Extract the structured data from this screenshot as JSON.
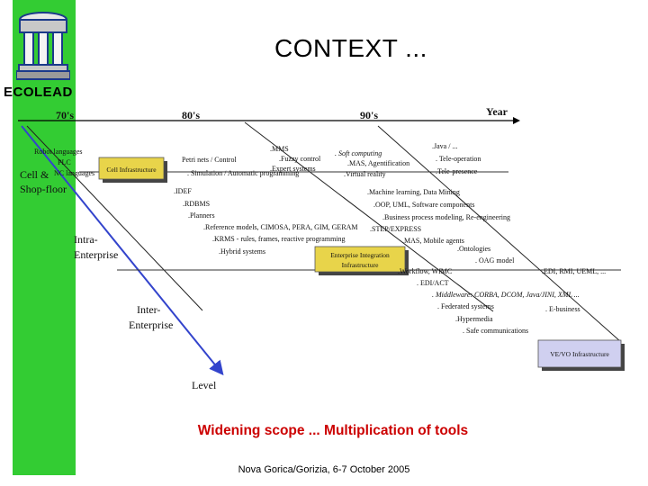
{
  "slide": {
    "logo_text": "ECOLEAD",
    "title": "CONTEXT ...",
    "caption": "Widening scope ... Multiplication of tools",
    "footer": "Nova Gorica/Gorizia, 6-7 October 2005"
  },
  "colors": {
    "sidebar": "#33cc33",
    "accent": "#cc0000",
    "arrow": "#3344cc",
    "box_yellow": "#e8d44a",
    "box_lilac": "#d0d0f0"
  },
  "icons": {
    "logo": "building-columns-icon"
  },
  "diagram": {
    "timeline": {
      "d70": "70's",
      "d80": "80's",
      "d90": "90's",
      "year": "Year"
    },
    "axis_label": "Level",
    "levels": {
      "cell": "Cell &",
      "shop": "Shop-floor",
      "intra1": "Intra-",
      "intra2": "Enterprise",
      "inter1": "Inter-",
      "inter2": "Enterprise"
    },
    "boxes": {
      "cell": "Cell Infrastructure",
      "ei1": "Enterprise Integration",
      "ei2": "Infrastructure",
      "vevg": "VE/VO Infrastructure"
    },
    "items": {
      "robot": "Robot languages",
      "plc": "PLC",
      "nclang": "NC languages",
      "petri": "Petri nets / Control",
      "sim": ". Simulation / Automatic programming",
      "mms": ".MMS",
      "fuzzy": ".Fuzzy control",
      "expert": ".Expert systems",
      "softcomp": ". Soft computing",
      "mas": ".MAS, Agentification",
      "vr": ".Virtual reality",
      "java": ".Java / ...",
      "teleop": ". Tele-operation",
      "telepres": ".Tele-presence",
      "idef": ".IDEF",
      "rdbms": ".RDBMS",
      "planners": ".Planners",
      "refmodels": ".Reference models, CIMOSA, PERA, GIM, GERAM",
      "krms": ".KRMS - rules, frames, reactive programming",
      "hybrid": ".Hybrid systems",
      "ml": ".Machine learning, Data Mining",
      "oop": ".OOP, UML, Software components",
      "bpm": ".Business process modeling, Re-engineering",
      "step": ".STEP/EXPRESS",
      "masmobile": ".MAS, Mobile agents",
      "ontologies": ".Ontologies",
      "oag": ". OAG model",
      "workflow": ".Workflow, WfMC",
      "edi": ". EDI/ACT",
      "middleware": ". Middleware: CORBA, DCOM, Java/JINI, XML ...",
      "federated": ". Federated systems",
      "hypermedia": ".Hypermedia",
      "safecomm": ". Safe communications",
      "ebxml": ".EDI, RMI, UEML, ...",
      "ebusiness": ". E-business"
    }
  }
}
